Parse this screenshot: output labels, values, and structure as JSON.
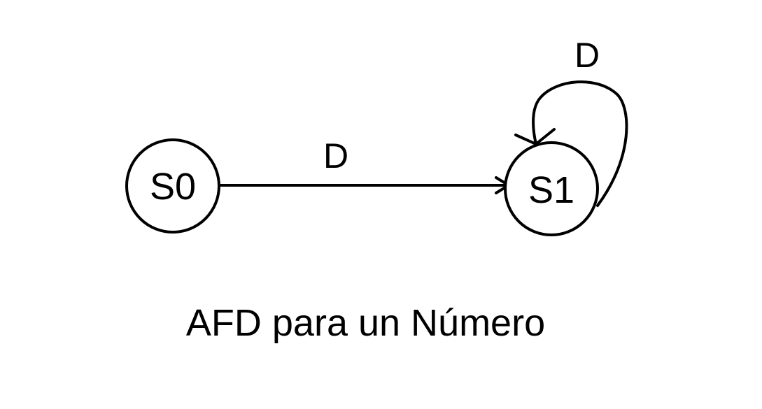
{
  "diagram": {
    "type": "finite-automaton",
    "states": [
      {
        "id": "S0",
        "label": "S0"
      },
      {
        "id": "S1",
        "label": "S1"
      }
    ],
    "transitions": [
      {
        "from": "S0",
        "to": "S1",
        "label": "D"
      },
      {
        "from": "S1",
        "to": "S1",
        "label": "D"
      }
    ],
    "caption": "AFD para un Número"
  },
  "colors": {
    "stroke": "#000000",
    "background": "#ffffff"
  }
}
